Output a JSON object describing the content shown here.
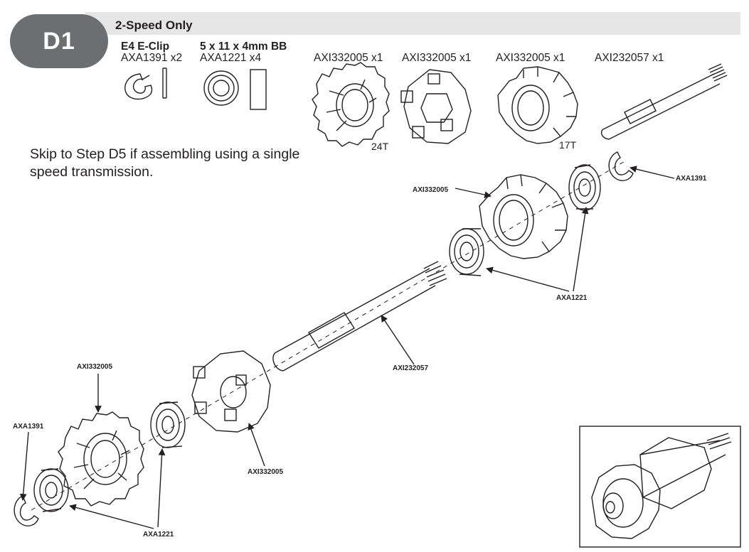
{
  "step": {
    "badge": "D1",
    "title": "2-Speed Only"
  },
  "parts_list": [
    {
      "name": "E4 E-Clip",
      "code": "AXA1391 x2"
    },
    {
      "name": "5 x 11 x 4mm BB",
      "code": "AXA1221 x4"
    },
    {
      "name": "",
      "code": "AXI332005 x1"
    },
    {
      "name": "",
      "code": "AXI332005 x1"
    },
    {
      "name": "",
      "code": "AXI332005 x1"
    },
    {
      "name": "",
      "code": "AXI232057 x1"
    }
  ],
  "teeth_labels": {
    "large_gear": "24T",
    "small_gear": "17T"
  },
  "instruction": "Skip to Step D5 if assembling using a single speed transmission.",
  "callouts": {
    "clip_right": "AXA1391",
    "gear_right": "AXI332005",
    "bearing_right": "AXA1221",
    "shaft": "AXI232057",
    "hub": "AXI332005",
    "gear_left": "AXI332005",
    "clip_left": "AXA1391",
    "bearing_left": "AXA1221"
  }
}
